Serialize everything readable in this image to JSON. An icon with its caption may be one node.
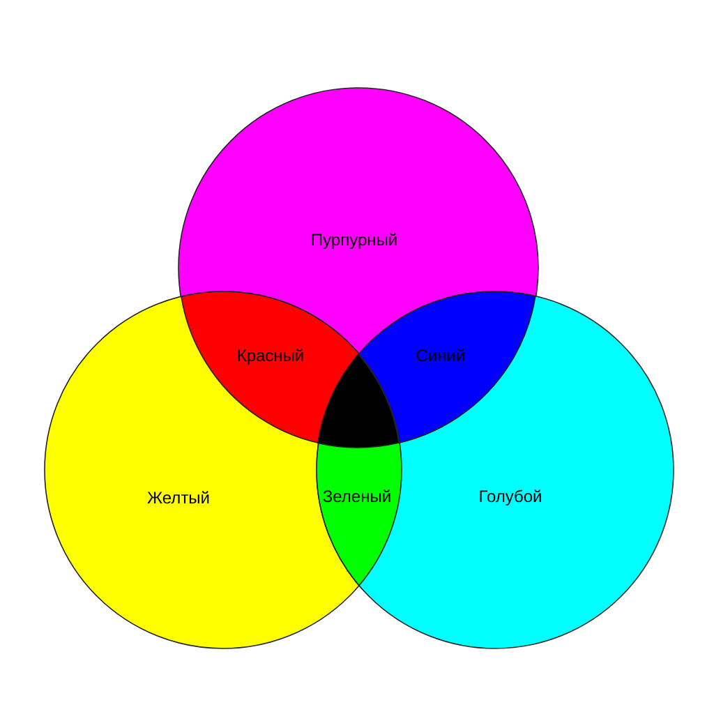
{
  "diagram": {
    "nodes": [
      {
        "text": [
          "Пурпурный"
        ]
      },
      {
        "text": [
          "Красный"
        ]
      },
      {
        "text": [
          "Синий"
        ]
      },
      {
        "text": [],
        "shape": "triangle"
      },
      {
        "text": [
          "Желтый"
        ]
      },
      {
        "text": [
          "Зеленый"
        ]
      },
      {
        "text": [
          "Голубой"
        ]
      }
    ]
  }
}
